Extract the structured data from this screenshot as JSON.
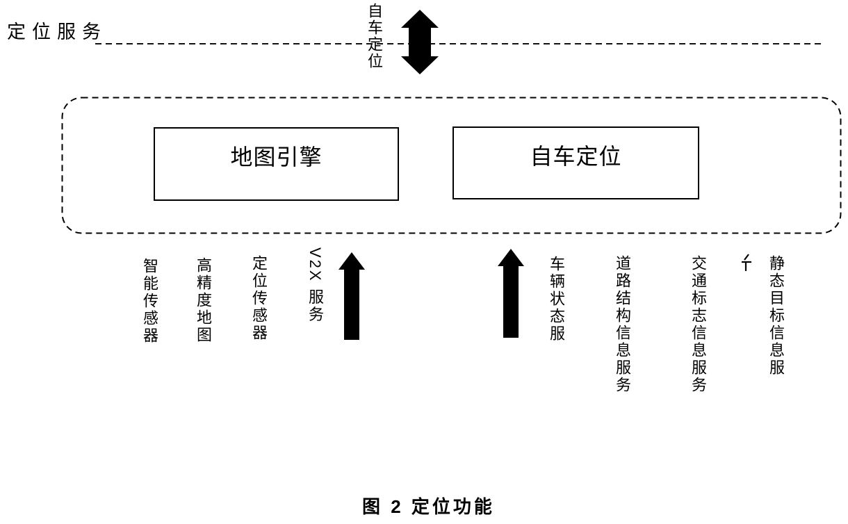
{
  "figure": {
    "colors": {
      "ink": "#000000",
      "background": "#ffffff"
    },
    "layer": {
      "title": "定位服务",
      "boundary_style": "dashed-line"
    },
    "top": {
      "arrow_label": "自车定位",
      "arrow_icon": "double-vertical-arrow"
    },
    "modules": [
      {
        "label": "地图引擎"
      },
      {
        "label": "自车定位"
      }
    ],
    "inputs": {
      "labels": [
        {
          "text": "智能传感器"
        },
        {
          "text": "高精度地图"
        },
        {
          "text": "定位传感器"
        },
        {
          "text": "V2X 服务"
        },
        {
          "text": "车辆状态服"
        },
        {
          "text": "道路结构信息服务"
        },
        {
          "text": "交通标志信息服务"
        },
        {
          "text": "静态目标信息服"
        }
      ],
      "arrow_icons": [
        "up-arrow",
        "up-arrow"
      ],
      "fragment_icon": "clipped-character-fragment"
    },
    "caption": "图 2 定位功能"
  }
}
